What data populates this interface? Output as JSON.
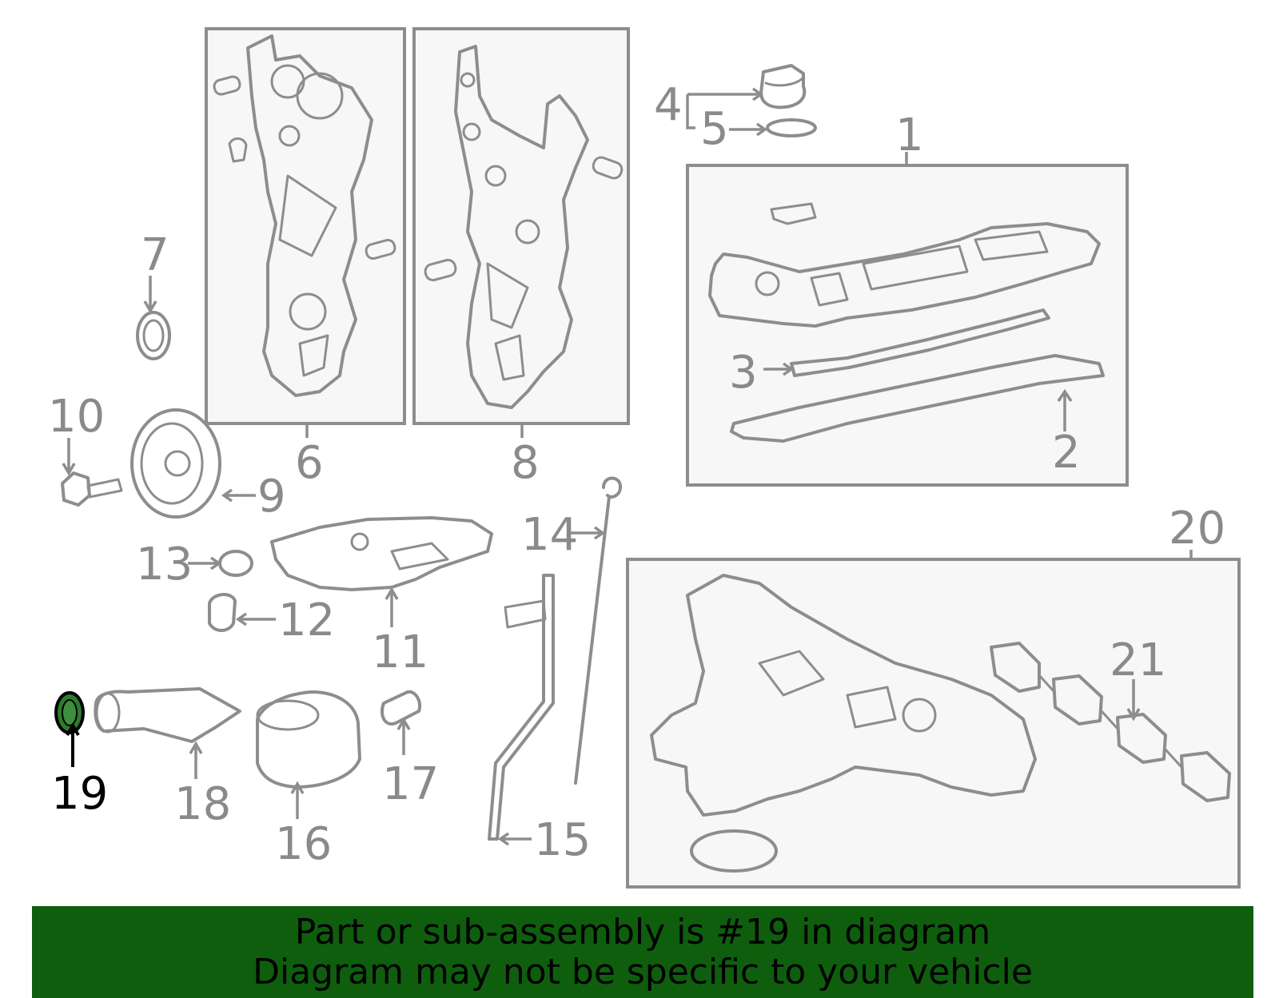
{
  "callouts": [
    {
      "id": "1",
      "text": "1"
    },
    {
      "id": "2",
      "text": "2"
    },
    {
      "id": "3",
      "text": "3"
    },
    {
      "id": "4",
      "text": "4"
    },
    {
      "id": "5",
      "text": "5"
    },
    {
      "id": "6",
      "text": "6"
    },
    {
      "id": "7",
      "text": "7"
    },
    {
      "id": "8",
      "text": "8"
    },
    {
      "id": "9",
      "text": "9"
    },
    {
      "id": "10",
      "text": "10"
    },
    {
      "id": "11",
      "text": "11"
    },
    {
      "id": "12",
      "text": "12"
    },
    {
      "id": "13",
      "text": "13"
    },
    {
      "id": "14",
      "text": "14"
    },
    {
      "id": "15",
      "text": "15"
    },
    {
      "id": "16",
      "text": "16"
    },
    {
      "id": "17",
      "text": "17"
    },
    {
      "id": "18",
      "text": "18"
    },
    {
      "id": "19",
      "text": "19"
    },
    {
      "id": "20",
      "text": "20"
    },
    {
      "id": "21",
      "text": "21"
    }
  ],
  "highlight": {
    "part_number": "19",
    "color": "#0e5e0e"
  },
  "colors": {
    "line": "#8d8d8d",
    "box_fill": "#f7f7f7",
    "banner": "#0e5e0e"
  },
  "banner": {
    "line1": "Part or sub-assembly is #19 in diagram",
    "line2": "Diagram may not be specific to your vehicle"
  }
}
